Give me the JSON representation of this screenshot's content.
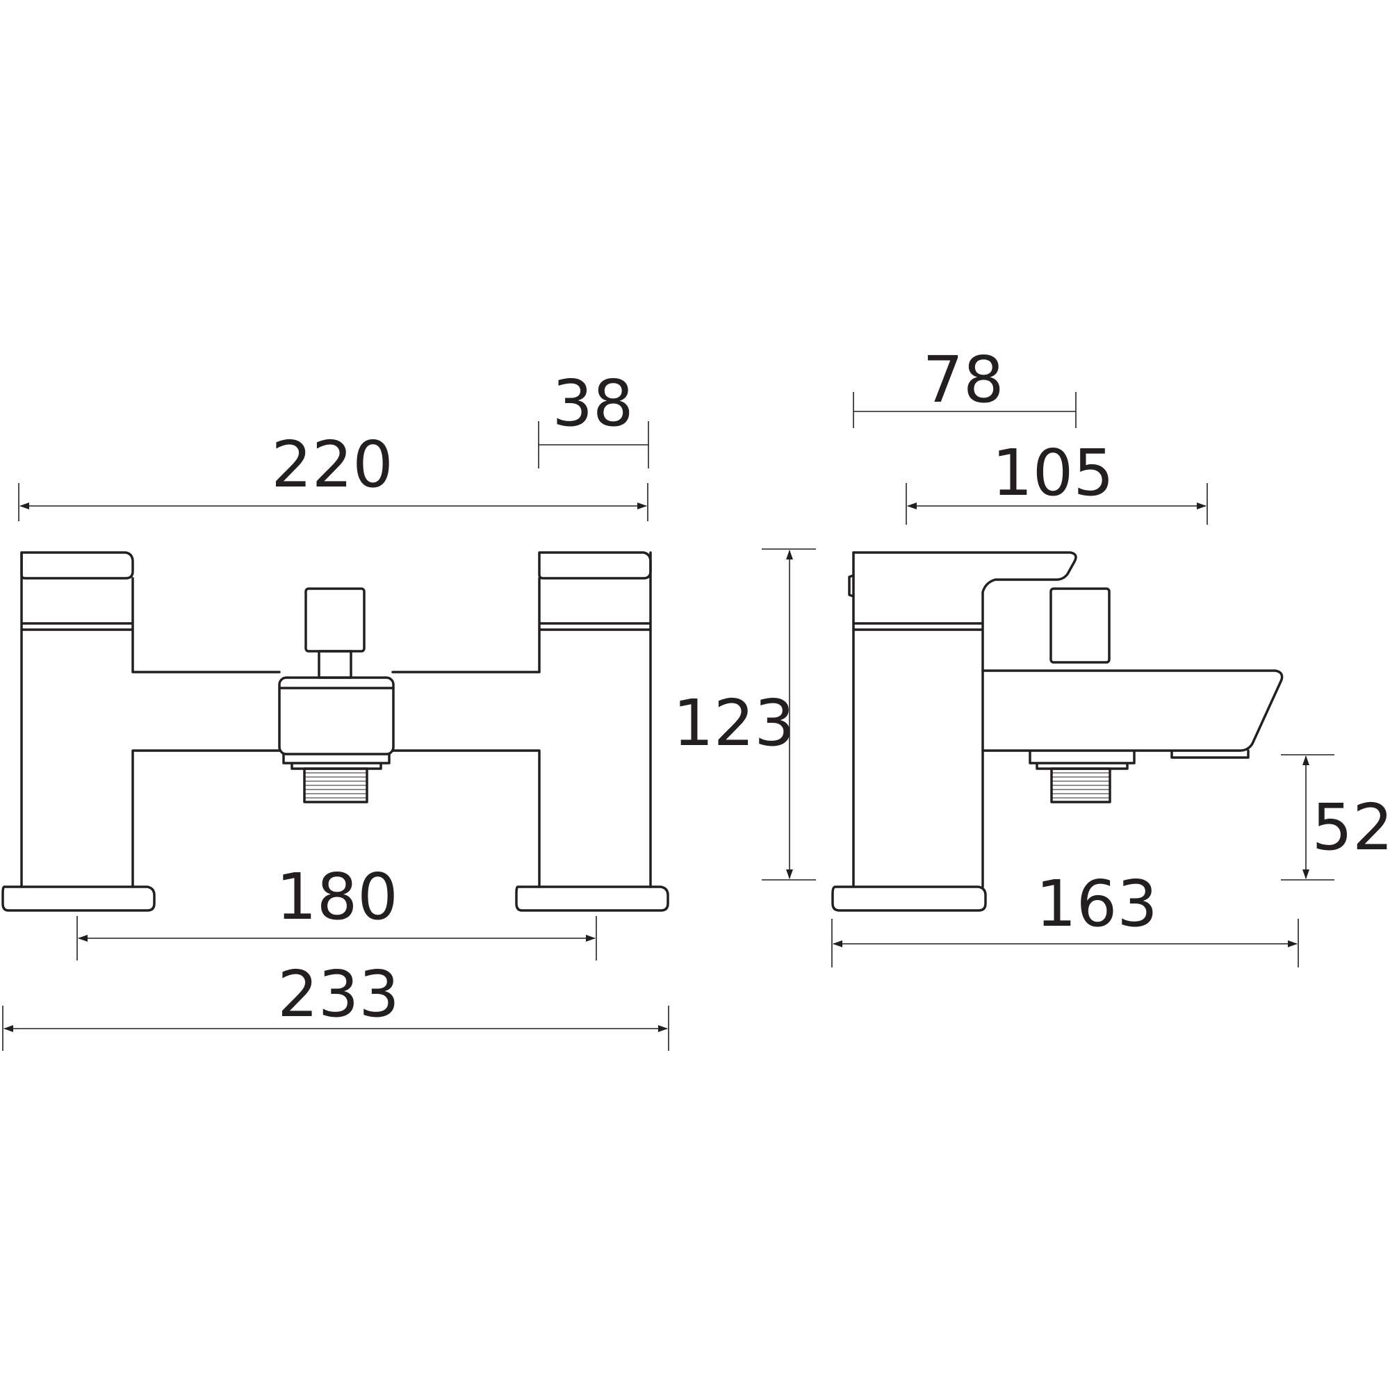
{
  "colors": {
    "ink": "#231f20",
    "background": "#ffffff"
  },
  "front_view": {
    "dim_overall_width": "220",
    "dim_handle_width": "38",
    "dim_tap_centres": "180",
    "dim_base_width": "233"
  },
  "side_view": {
    "dim_inlet_to_spout": "78",
    "dim_handle_projection": "105",
    "dim_height": "123",
    "dim_spout_height": "52",
    "dim_depth": "163"
  }
}
